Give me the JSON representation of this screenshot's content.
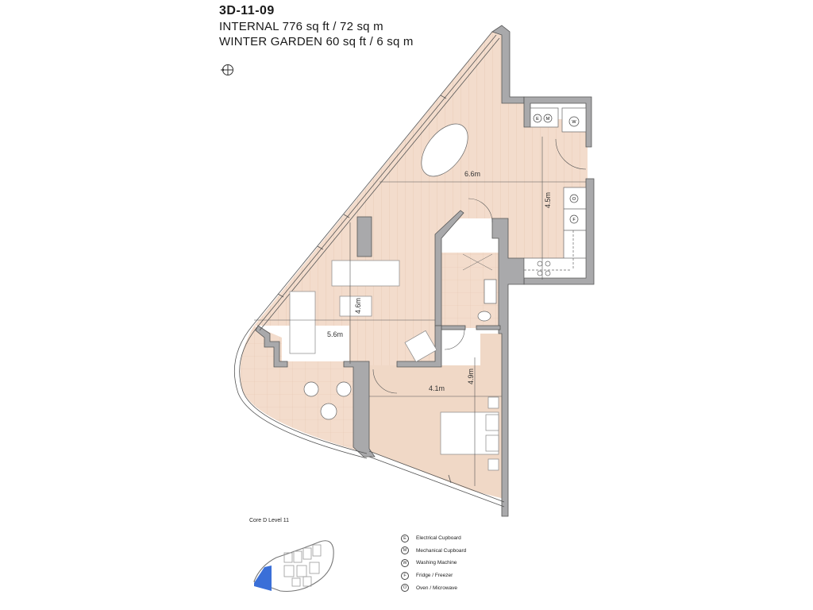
{
  "header": {
    "unit_id": "3D-11-09",
    "internal": "INTERNAL  776 sq ft / 72 sq m",
    "winter_garden": "WINTER GARDEN  60 sq ft / 6 sq m"
  },
  "colors": {
    "floor": "#f3dccc",
    "floor_stripe": "#e8cdb9",
    "wall": "#a9a9ab",
    "wall_outline": "#555555",
    "key_highlight": "#3a6fd8",
    "background": "#ffffff"
  },
  "dimensions": {
    "kitchen_dining_width": "6.6m",
    "kitchen_dining_depth": "4.5m",
    "living_width": "5.6m",
    "living_depth": "4.6m",
    "bedroom_width": "4.1m",
    "bedroom_depth": "4.9m"
  },
  "appliance_markers": {
    "electrical": "E",
    "mechanical": "M",
    "washing": "W",
    "oven": "O",
    "fridge": "F"
  },
  "keyplan": {
    "label": "Core D Level 11"
  },
  "legend": {
    "items": [
      {
        "code": "E",
        "label": "Electrical Cupboard"
      },
      {
        "code": "M",
        "label": "Mechanical Cupboard"
      },
      {
        "code": "W",
        "label": "Washing Machine"
      },
      {
        "code": "F",
        "label": "Fridge / Freezer"
      },
      {
        "code": "O",
        "label": "Oven / Microwave"
      }
    ]
  }
}
